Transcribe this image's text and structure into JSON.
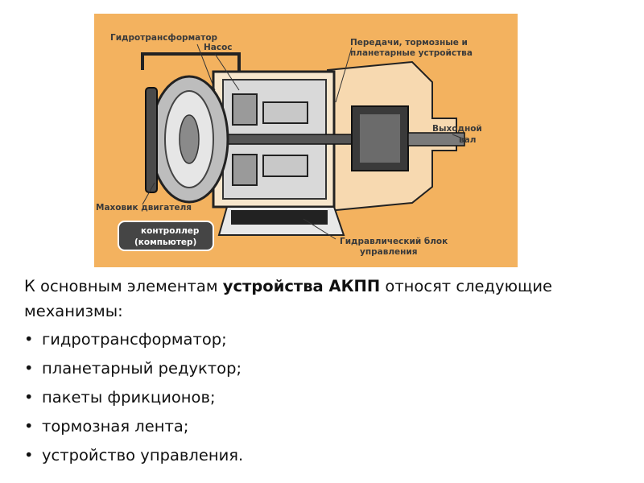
{
  "figure": {
    "labels": {
      "torque_converter": "Гидротрансформатор",
      "pump": "Насос",
      "gears_brakes_line1": "Передачи, тормозные и",
      "gears_brakes_line2": "планетарные устройства",
      "output_shaft_line1": "Выходной",
      "output_shaft_line2": "вал",
      "flywheel": "Маховик двигателя",
      "controller_line1": "контроллер",
      "controller_line2": "(компьютер)",
      "hydraulic_block_line1": "Гидравлический блок",
      "hydraulic_block_line2": "управления"
    },
    "colors": {
      "background": "#f3b25f",
      "housing": "#f7d9b0",
      "metal": "#8d8d8d",
      "dark": "#1e1e1e"
    }
  },
  "text": {
    "intro_prefix": "К основным элементам ",
    "intro_bold": "устройства АКПП",
    "intro_suffix": " относят следующие механизмы:",
    "bullets": [
      "гидротрансформатор;",
      "планетарный редуктор;",
      "пакеты фрикционов;",
      "тормозная лента;",
      "устройство управления."
    ]
  }
}
